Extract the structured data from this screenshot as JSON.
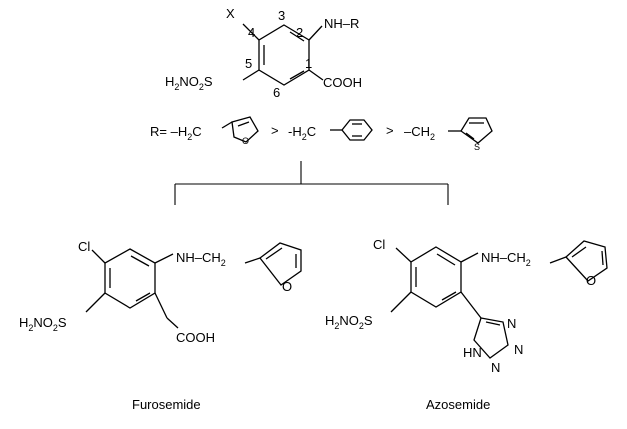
{
  "top": {
    "substituent_x": "X",
    "ring_numbers": [
      "1",
      "2",
      "3",
      "4",
      "5",
      "6"
    ],
    "nh_r": "NH–R",
    "cooh": "COOH",
    "sulfonamide": {
      "h": "H",
      "sub2": "2",
      "no": "NO",
      "sub2b": "2",
      "s": "S"
    }
  },
  "r_series": {
    "r_label": "R= –H",
    "sub2": "2",
    "c": "C",
    "o": "O",
    "gt1": ">",
    "benzyl_prefix": "-H",
    "gt2": ">",
    "thienyl_prefix": "–CH",
    "s": "S"
  },
  "furosemide": {
    "cl": "Cl",
    "nh_ch": "NH–CH",
    "sub2": "2",
    "o": "O",
    "cooh": "COOH",
    "sulfonamide": {
      "h": "H",
      "sub2": "2",
      "no": "NO",
      "sub2b": "2",
      "s": "S"
    },
    "name": "Furosemide"
  },
  "azosemide": {
    "cl": "Cl",
    "nh_ch": "NH–CH",
    "sub2": "2",
    "o": "O",
    "n_labels": [
      "N",
      "N",
      "N"
    ],
    "hn": "HN",
    "sulfonamide": {
      "h": "H",
      "sub2": "2",
      "no": "NO",
      "sub2b": "2",
      "s": "S"
    },
    "name": "Azosemide"
  }
}
